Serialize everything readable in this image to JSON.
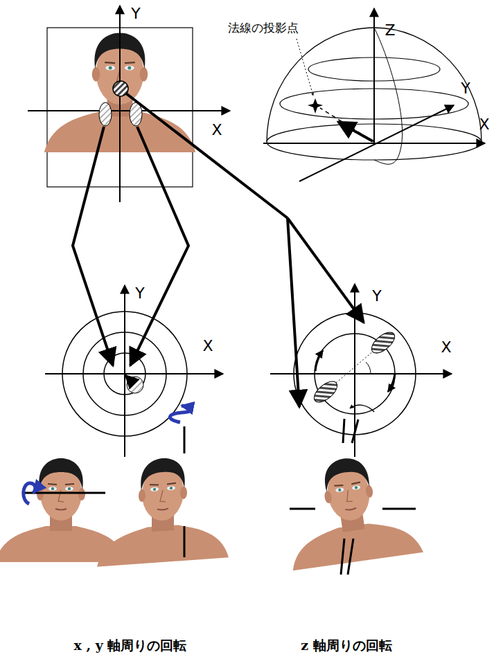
{
  "diagram": {
    "labels": [
      "Y",
      "X",
      "法線の投影点",
      "Z",
      "Y",
      "X",
      "Y",
      "X",
      "Y",
      "X",
      "x , y 軸周りの回転",
      "z 軸周りの回転"
    ]
  }
}
